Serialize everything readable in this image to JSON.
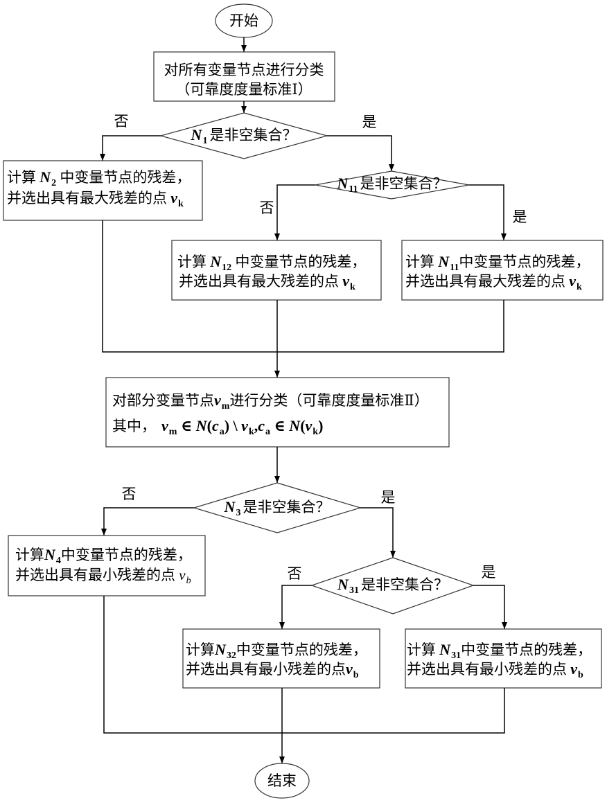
{
  "flowchart": {
    "start": {
      "label": "开始"
    },
    "classify_all": {
      "line1": "对所有变量节点进行分类",
      "line2": "（可靠度度量标准Ⅰ）"
    },
    "decision_n1": {
      "var": "N",
      "sub": "1",
      "text": "是非空集合？",
      "no_label": "否",
      "yes_label": "是"
    },
    "compute_n2": {
      "line1": {
        "prefix": "计算 ",
        "var": "N",
        "sub": "2",
        "suffix": " 中变量节点的残差，"
      },
      "line2": {
        "prefix": "并选出具有最大残差的点 ",
        "var": "v",
        "sub": "k"
      }
    },
    "decision_n11": {
      "var": "N",
      "sub": "11",
      "text": "是非空集合？",
      "no_label": "否",
      "yes_label": "是"
    },
    "compute_n12": {
      "line1": {
        "prefix": "计算 ",
        "var": "N",
        "sub": "12",
        "suffix": " 中变量节点的残差，"
      },
      "line2": {
        "prefix": "并选出具有最大残差的点 ",
        "var": "v",
        "sub": "k"
      }
    },
    "compute_n11": {
      "line1": {
        "prefix": "计算 ",
        "var": "N",
        "sub": "11",
        "suffix": "中变量节点的残差，"
      },
      "line2": {
        "prefix": "并选出具有最大残差的点 ",
        "var": "v",
        "sub": "k"
      }
    },
    "classify_partial": {
      "line1": {
        "prefix": "对部分变量节点",
        "var": "v",
        "sub": "m",
        "suffix": "进行分类（可靠度度量标准Ⅱ）"
      },
      "line2": {
        "prefix": "其中，",
        "formula": [
          {
            "text": "v",
            "sub": "m"
          },
          {
            "text": " ∈ "
          },
          {
            "text": "N"
          },
          {
            "text": "("
          },
          {
            "text": "c",
            "sub": "a"
          },
          {
            "text": ")"
          },
          {
            "text": " \\ "
          },
          {
            "text": "v",
            "sub": "k"
          },
          {
            "text": ","
          },
          {
            "text": "c",
            "sub": "a"
          },
          {
            "text": " ∈ "
          },
          {
            "text": "N"
          },
          {
            "text": "("
          },
          {
            "text": "v",
            "sub": "k"
          },
          {
            "text": ")"
          }
        ]
      }
    },
    "decision_n3": {
      "var": "N",
      "sub": "3",
      "text": "是非空集合？",
      "no_label": "否",
      "yes_label": "是"
    },
    "compute_n4": {
      "line1": {
        "prefix": "计算",
        "var": "N",
        "sub": "4",
        "suffix": "中变量节点的残差，"
      },
      "line2": {
        "prefix": "并选出具有最小残差的点 ",
        "var": "v",
        "sub": "b"
      }
    },
    "decision_n31": {
      "var": "N",
      "sub": "31",
      "text": "是非空集合？",
      "no_label": "否",
      "yes_label": "是"
    },
    "compute_n32": {
      "line1": {
        "prefix": "计算",
        "var": "N",
        "sub": "32",
        "suffix": "中变量节点的残差，"
      },
      "line2": {
        "prefix": "并选出具有最小残差的点",
        "var": "v",
        "sub": "b"
      }
    },
    "compute_n31": {
      "line1": {
        "prefix": "计算 ",
        "var": "N",
        "sub": "31",
        "suffix": "中变量节点的残差，"
      },
      "line2": {
        "prefix": "并选出具有最小残差的点 ",
        "var": "v",
        "sub": "b"
      }
    },
    "end": {
      "label": "结束"
    }
  }
}
